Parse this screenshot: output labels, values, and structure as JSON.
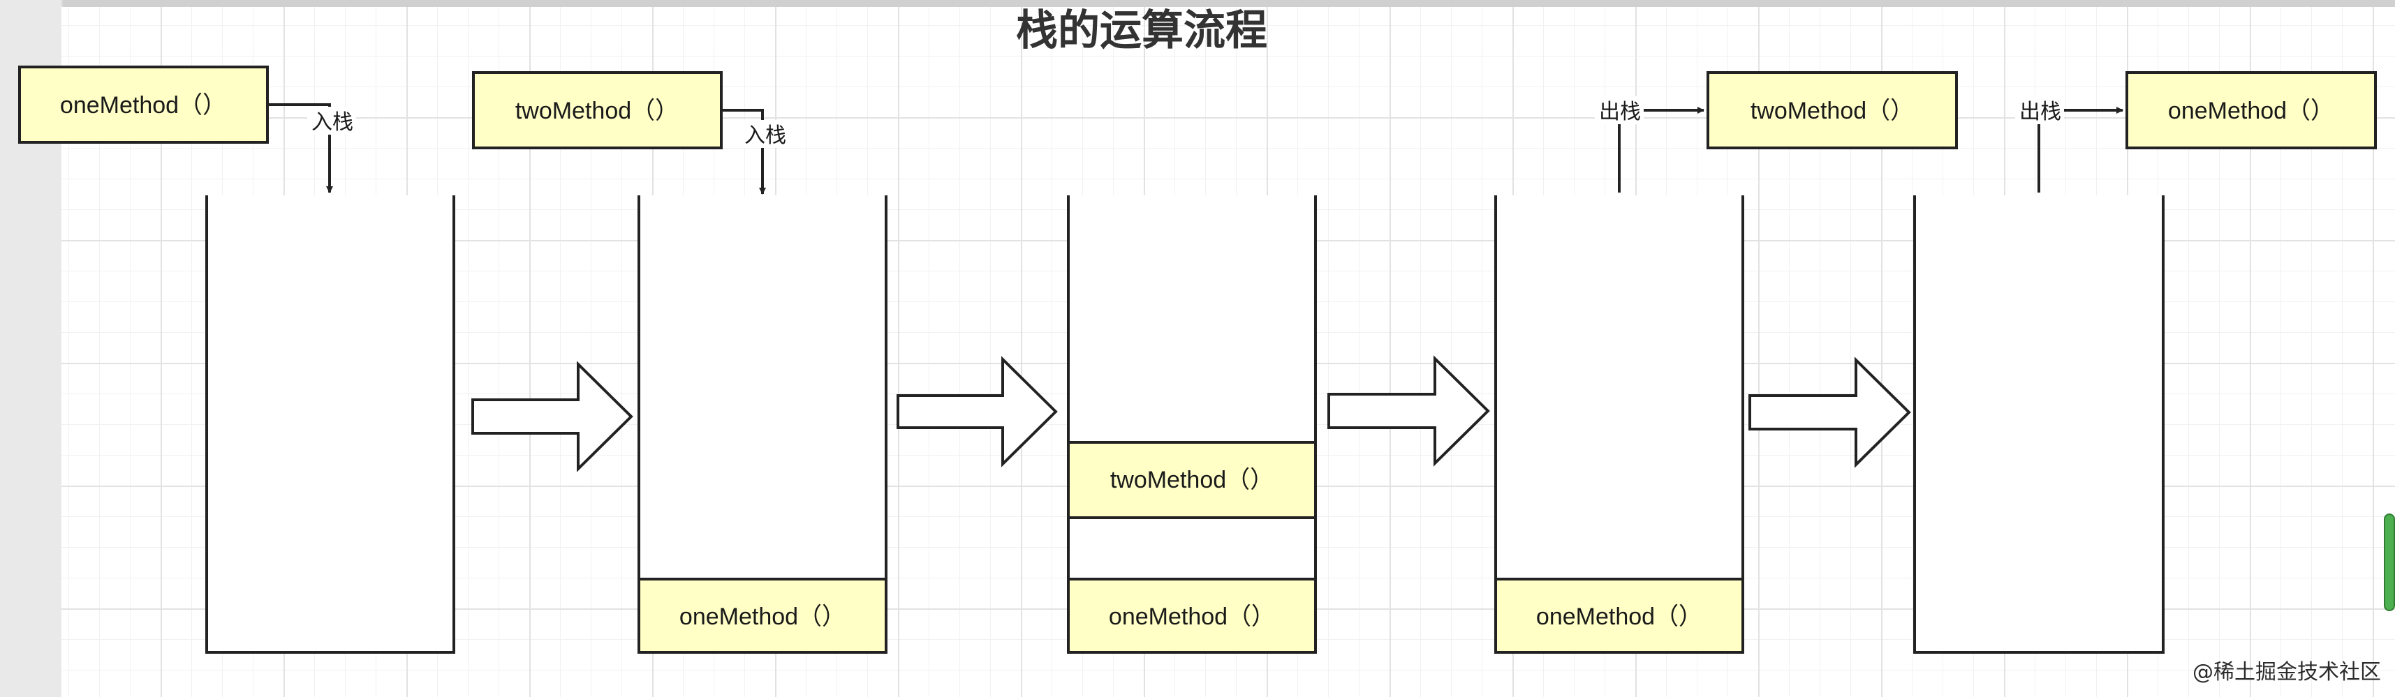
{
  "title": "栈的运算流程",
  "colors": {
    "method_fill": "#ffffc6",
    "stroke": "#222222",
    "background": "#ffffff"
  },
  "labels": {
    "push": "入栈",
    "pop": "出栈"
  },
  "steps": [
    {
      "top_method": "oneMethod（）",
      "action": "push",
      "stack": []
    },
    {
      "top_method": "twoMethod（）",
      "action": "push",
      "stack": [
        "oneMethod（）"
      ]
    },
    {
      "top_method": "",
      "action": "",
      "stack": [
        "oneMethod（）",
        "twoMethod（）"
      ]
    },
    {
      "top_method": "twoMethod（）",
      "action": "pop",
      "stack": [
        "oneMethod（）"
      ]
    },
    {
      "top_method": "oneMethod（）",
      "action": "pop",
      "stack": []
    }
  ],
  "transition_arrow_icon": "right-hollow-arrow-icon",
  "watermark": "@稀土掘金技术社区"
}
